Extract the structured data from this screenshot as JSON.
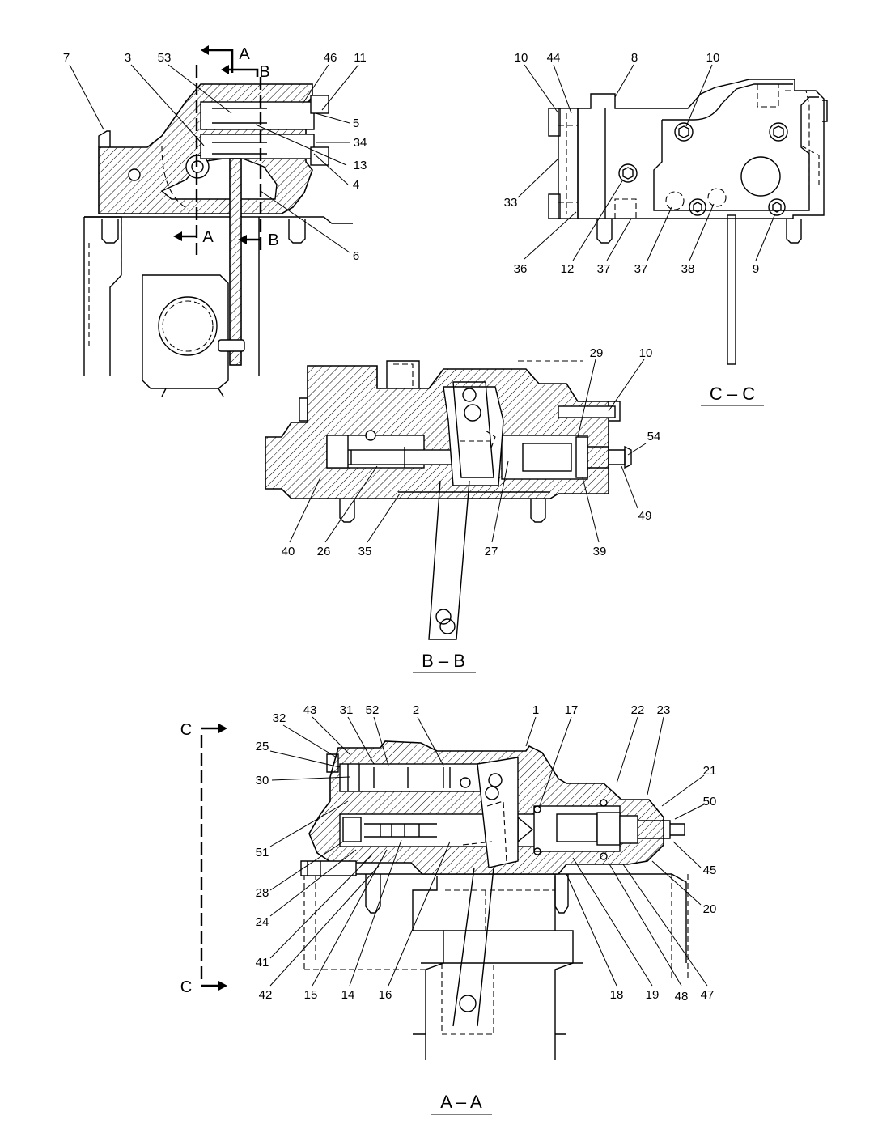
{
  "views": {
    "top_left": {
      "callouts": [
        "7",
        "3",
        "53",
        "46",
        "11",
        "5",
        "34",
        "13",
        "4",
        "6"
      ],
      "section_markers": [
        "A",
        "B",
        "A",
        "B"
      ]
    },
    "section_cc": {
      "title": "C – C",
      "callouts": [
        "10",
        "44",
        "8",
        "10",
        "33",
        "36",
        "12",
        "37",
        "37",
        "38",
        "9"
      ]
    },
    "section_bb": {
      "title": "B – B",
      "callouts": [
        "29",
        "10",
        "54",
        "49",
        "40",
        "26",
        "35",
        "27",
        "39"
      ]
    },
    "section_aa": {
      "title": "A – A",
      "callouts": [
        "32",
        "43",
        "31",
        "52",
        "2",
        "1",
        "17",
        "22",
        "23",
        "25",
        "30",
        "21",
        "50",
        "51",
        "45",
        "28",
        "20",
        "24",
        "41",
        "42",
        "15",
        "14",
        "16",
        "18",
        "19",
        "48",
        "47"
      ],
      "section_markers": [
        "C",
        "C"
      ]
    }
  }
}
